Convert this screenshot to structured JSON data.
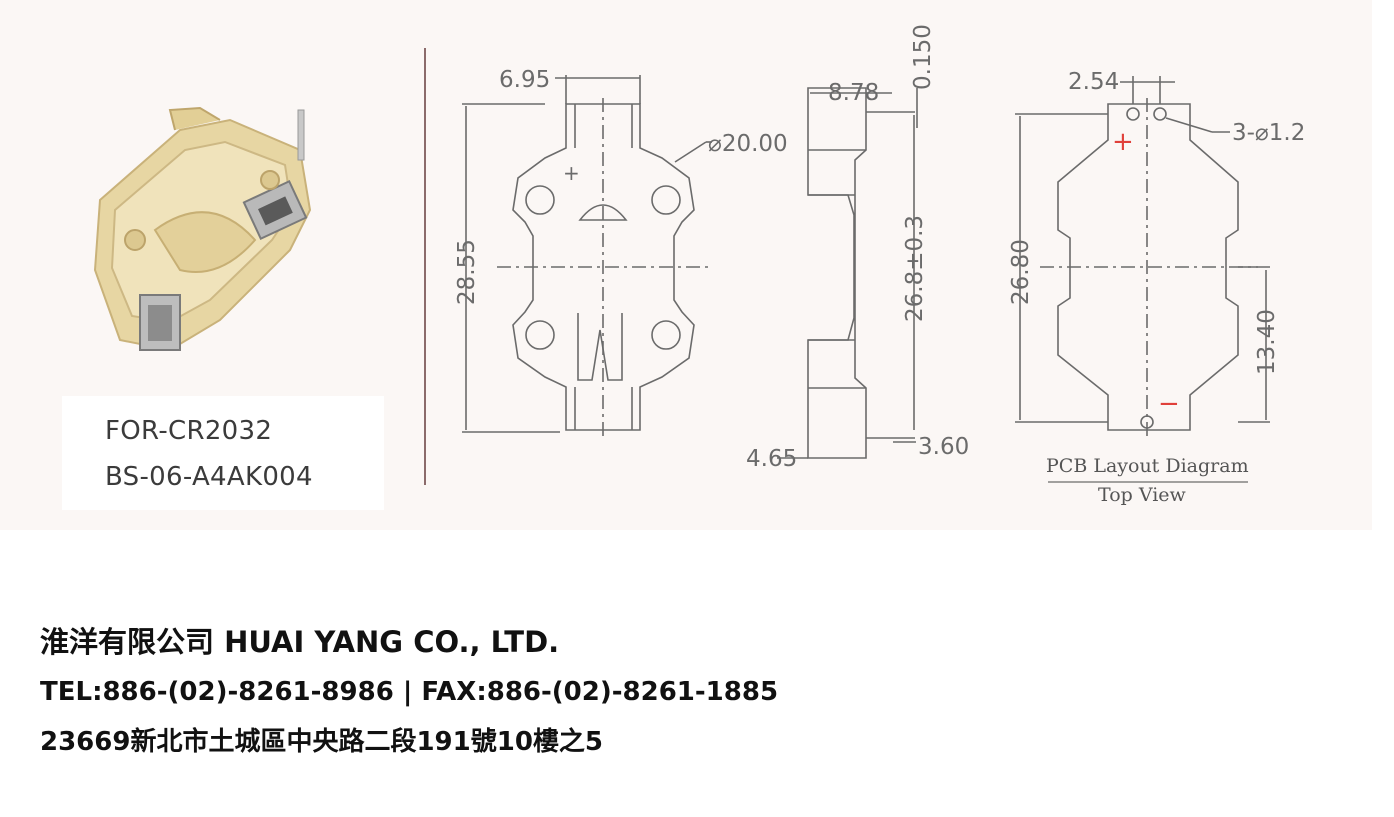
{
  "product": {
    "battery": "FOR-CR2032",
    "part_number": "BS-06-A4AK004"
  },
  "drawing": {
    "dims": {
      "width_top": "6.95",
      "diameter": "⌀20.00",
      "height": "28.55",
      "side_width": "8.78",
      "side_gap": "0.150",
      "side_height": "26.8±0.3",
      "side_bottom_left": "4.65",
      "side_bottom_right": "3.60",
      "pcb_pitch": "2.54",
      "pcb_holes": "3-⌀1.2",
      "pcb_height": "26.80",
      "pcb_half": "13.40"
    },
    "polarity": {
      "plus": "+",
      "minus": "−"
    },
    "pcb_caption_title": "PCB Layout Diagram",
    "pcb_caption_sub": "Top View"
  },
  "company": {
    "name": "淮洋有限公司 HUAI YANG CO., LTD.",
    "contact": "TEL:886-(02)-8261-8986 | FAX:886-(02)-8261-1885",
    "address": "23669新北市土城區中央路二段191號10樓之5"
  },
  "colors": {
    "panel_bg": "#fbf7f5",
    "line": "#6b6b6b",
    "polarity_red": "#e0403a",
    "holder_body": "#e9d9a8"
  }
}
